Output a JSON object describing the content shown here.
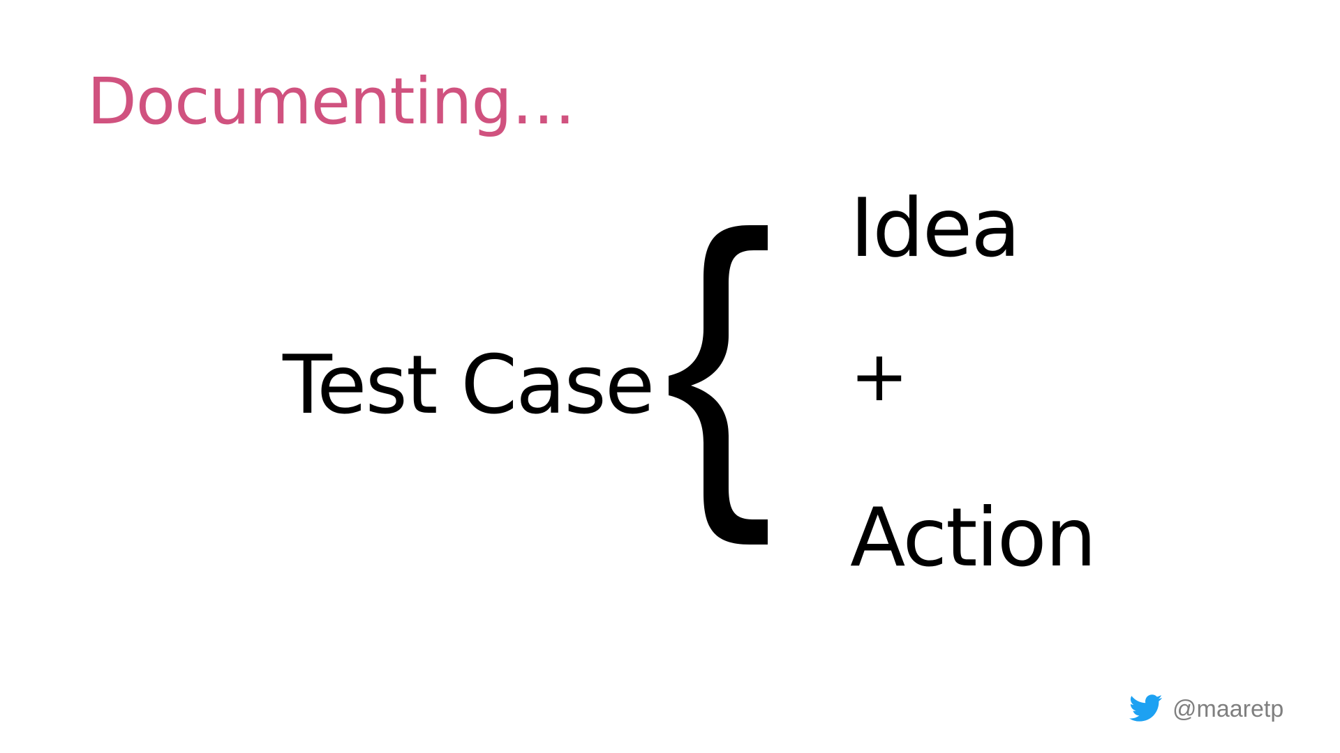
{
  "slide": {
    "title": "Documenting…",
    "title_color": "#D0527F",
    "term": "Test Case",
    "parts": [
      "Idea",
      "+",
      "Action"
    ]
  },
  "footer": {
    "icon": "twitter-bird-icon",
    "icon_color": "#1DA1F2",
    "handle": "@maaretp",
    "handle_color": "#7F7F7F"
  }
}
